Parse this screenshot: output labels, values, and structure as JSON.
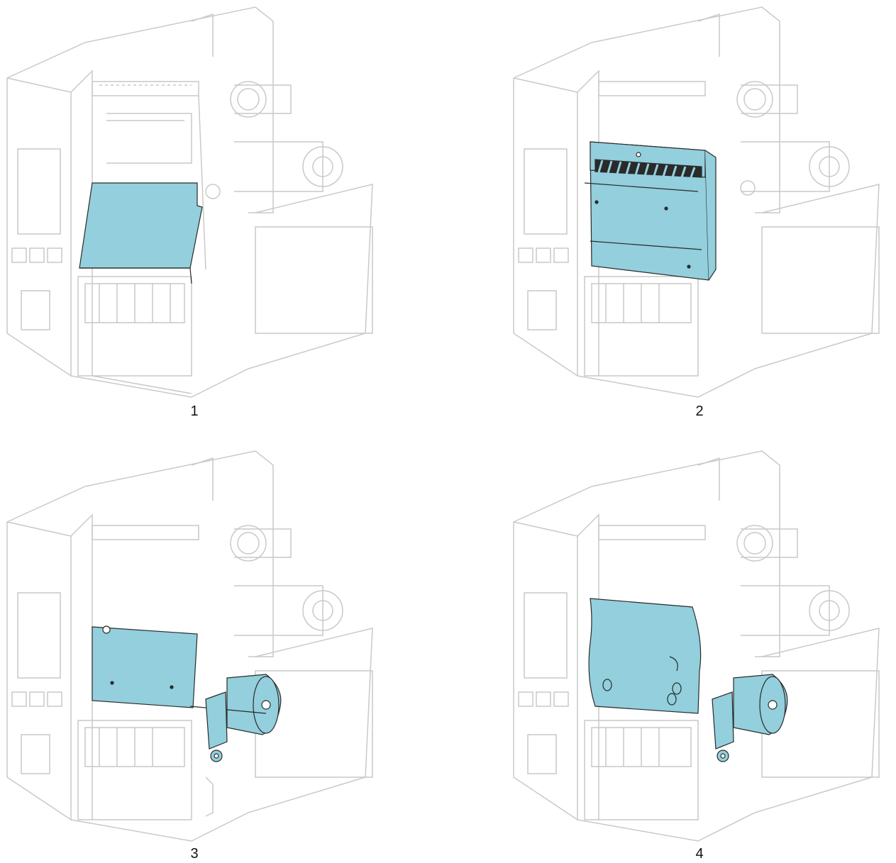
{
  "colors": {
    "outline": "#c9c9c9",
    "highlight": "#93cfdc",
    "highlight_stroke": "#2a2a2a"
  },
  "steps": [
    {
      "label": "1",
      "highlight": "media-cover-plate"
    },
    {
      "label": "2",
      "highlight": "cutter-module"
    },
    {
      "label": "3",
      "highlight": "peel-module-with-rewind-spindle"
    },
    {
      "label": "4",
      "highlight": "liner-take-up-with-peel-door"
    }
  ]
}
